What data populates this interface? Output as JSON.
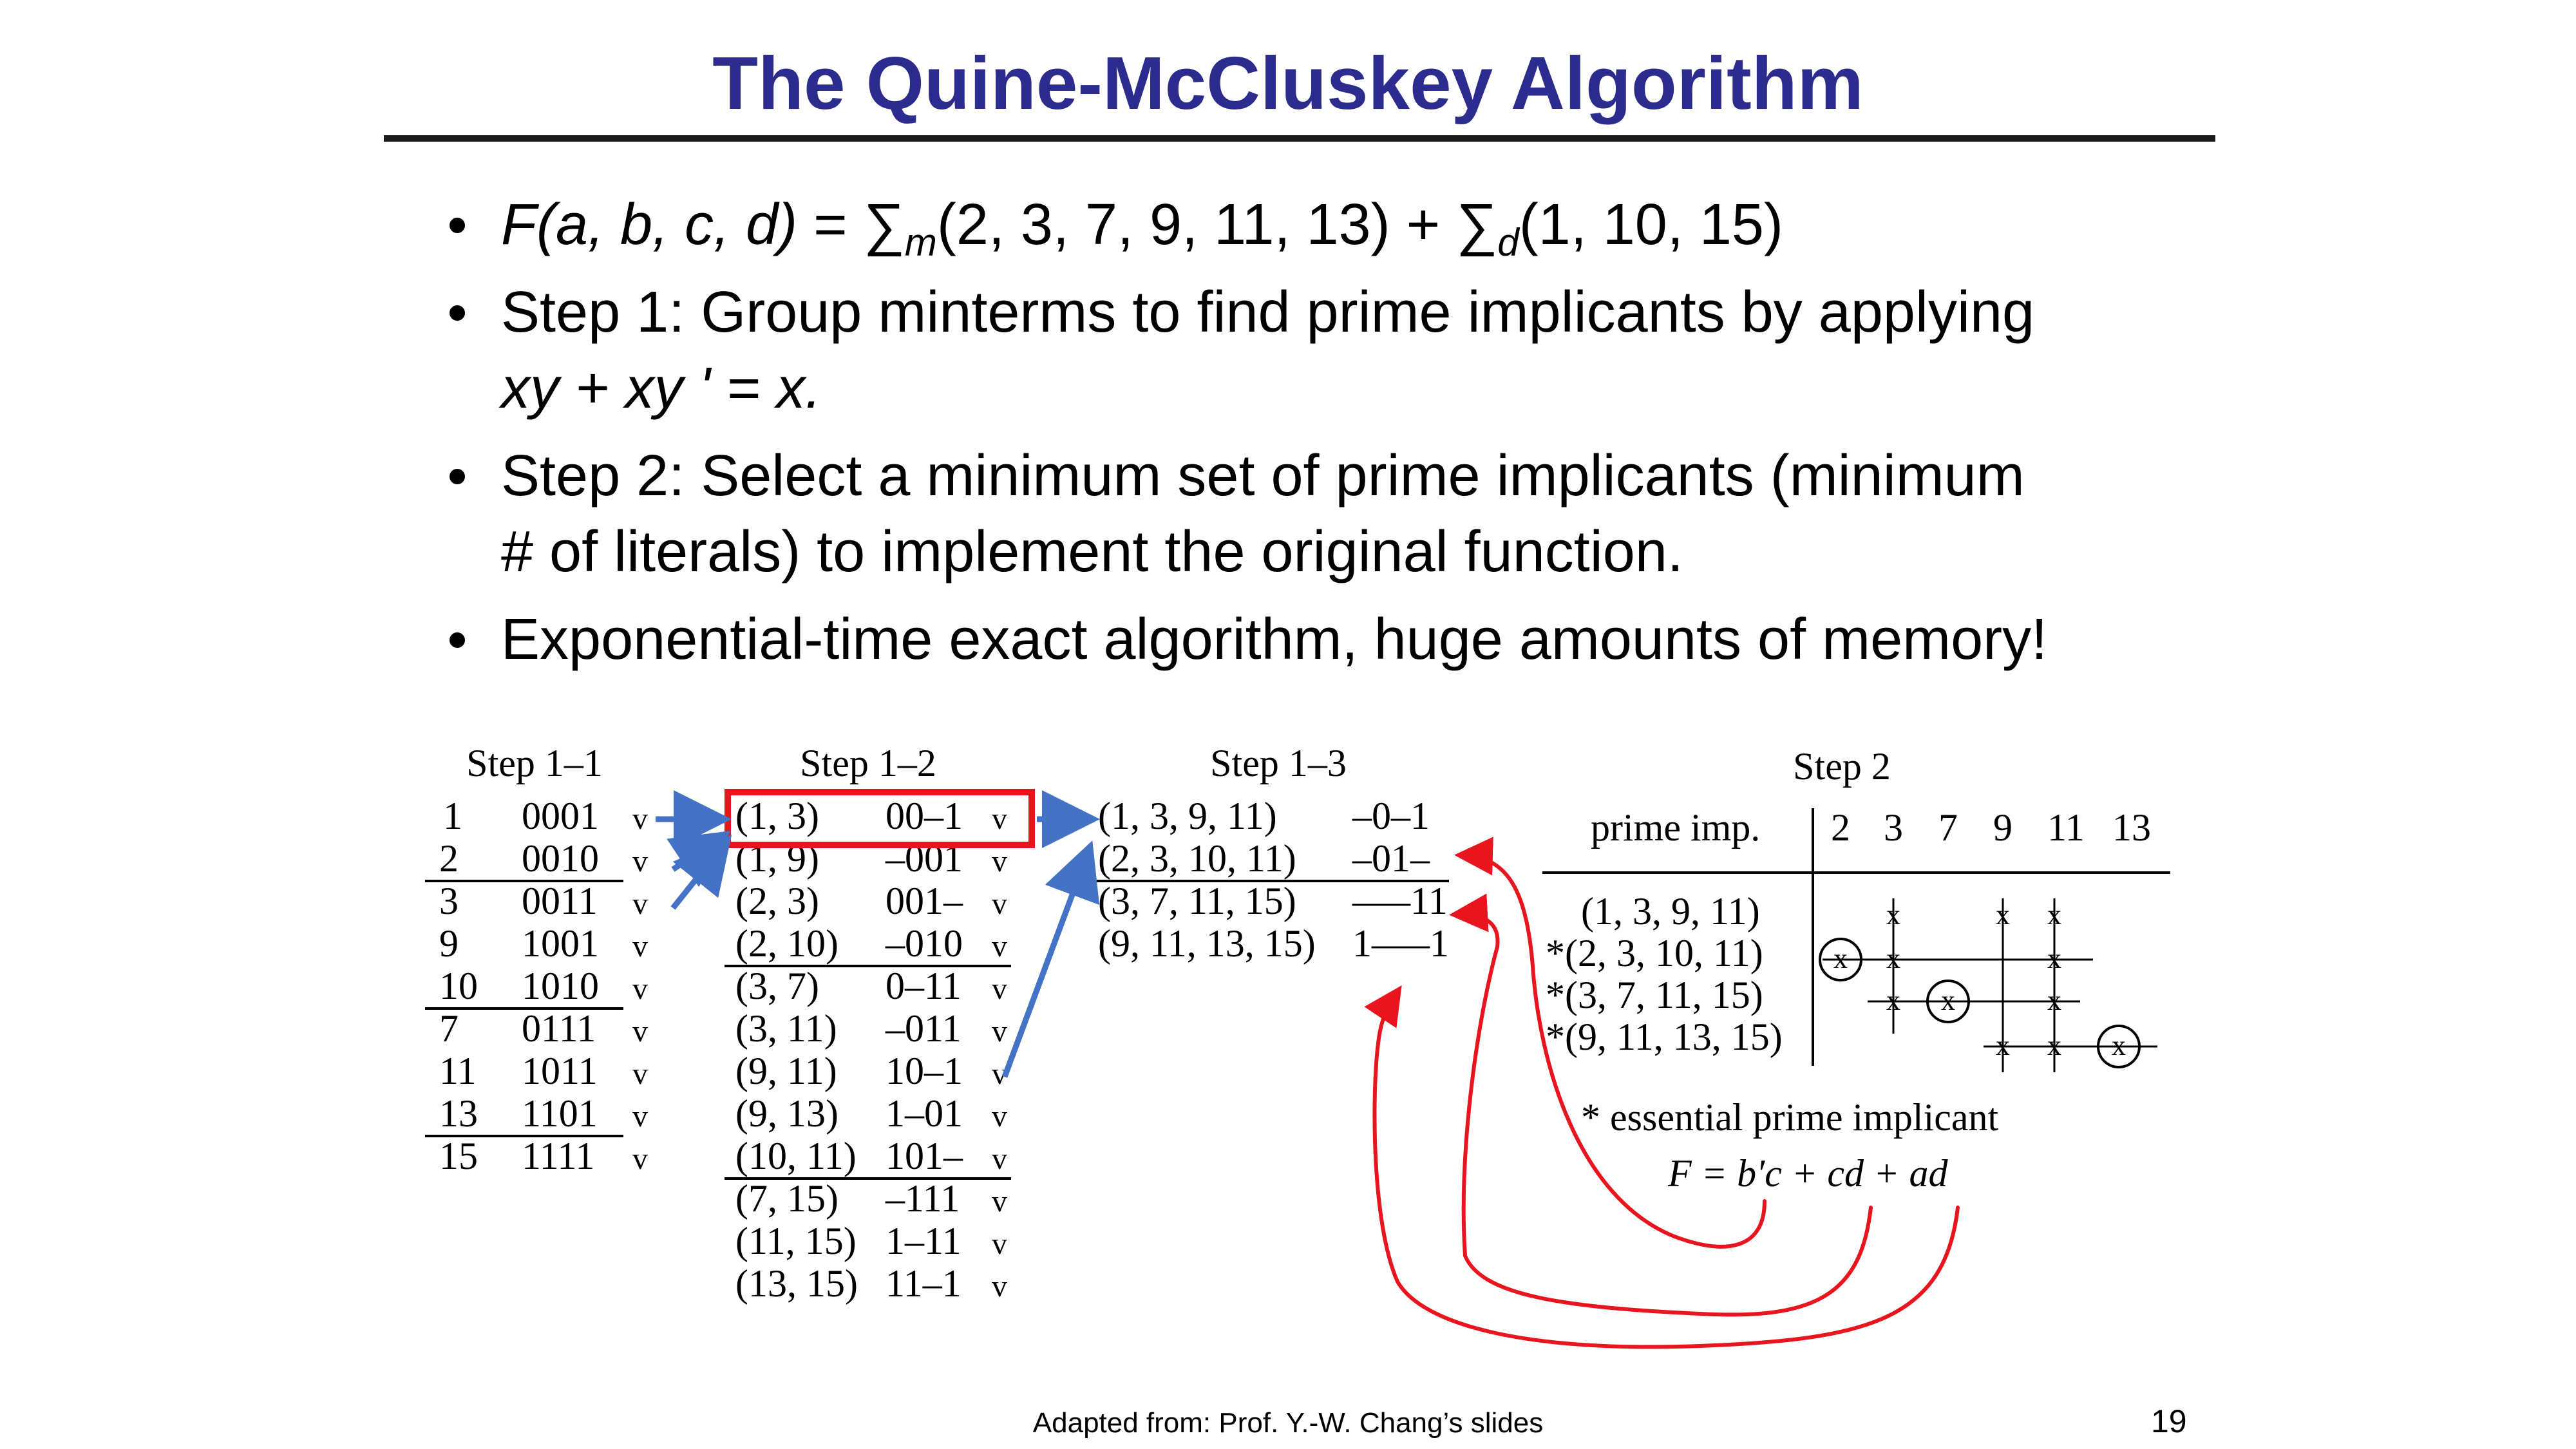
{
  "title": "The Quine-McCluskey Algorithm",
  "bullets": {
    "b1": {
      "F": "F",
      "args": "(a, b, c, d)",
      "eq": " = ∑",
      "sub_m": "m",
      "minterms": "(2, 3, 7, 9, 11, 13) + ∑",
      "sub_d": "d",
      "dontcares": "(1, 10, 15)"
    },
    "b2": {
      "text": "Step 1: Group minterms to find prime implicants by applying",
      "expr": "xy + xy ' = x."
    },
    "b3": {
      "text": "Step 2: Select a minimum set of prime implicants (minimum",
      "text2": "# of literals) to implement the original function."
    },
    "b4": {
      "text": "Exponential-time exact algorithm, huge amounts of memory!"
    }
  },
  "step1_1": {
    "title": "Step 1–1",
    "rows": [
      {
        "n": "1",
        "code": "0001",
        "check": "v"
      },
      {
        "n": "2",
        "code": "0010",
        "check": "v"
      },
      {
        "n": "3",
        "code": "0011",
        "check": "v"
      },
      {
        "n": "9",
        "code": "1001",
        "check": "v"
      },
      {
        "n": "10",
        "code": "1010",
        "check": "v"
      },
      {
        "n": "7",
        "code": "0111",
        "check": "v"
      },
      {
        "n": "11",
        "code": "1011",
        "check": "v"
      },
      {
        "n": "13",
        "code": "1101",
        "check": "v"
      },
      {
        "n": "15",
        "code": "1111",
        "check": "v"
      }
    ]
  },
  "step1_2": {
    "title": "Step 1–2",
    "rows": [
      {
        "pair": "(1, 3)",
        "code": "00–1",
        "check": "v"
      },
      {
        "pair": "(1, 9)",
        "code": "–001",
        "check": "v"
      },
      {
        "pair": "(2, 3)",
        "code": "001–",
        "check": "v"
      },
      {
        "pair": "(2, 10)",
        "code": "–010",
        "check": "v"
      },
      {
        "pair": "(3, 7)",
        "code": "0–11",
        "check": "v"
      },
      {
        "pair": "(3, 11)",
        "code": "–011",
        "check": "v"
      },
      {
        "pair": "(9, 11)",
        "code": "10–1",
        "check": "v"
      },
      {
        "pair": "(9, 13)",
        "code": "1–01",
        "check": "v"
      },
      {
        "pair": "(10, 11)",
        "code": "101–",
        "check": "v"
      },
      {
        "pair": "(7, 15)",
        "code": "–111",
        "check": "v"
      },
      {
        "pair": "(11, 15)",
        "code": "1–11",
        "check": "v"
      },
      {
        "pair": "(13, 15)",
        "code": "11–1",
        "check": "v"
      }
    ]
  },
  "step1_3": {
    "title": "Step 1–3",
    "rows": [
      {
        "group": "(1, 3, 9, 11)",
        "code": "–0–1"
      },
      {
        "group": "(2, 3, 10, 11)",
        "code": "–01–"
      },
      {
        "group": "(3, 7, 11, 15)",
        "code": "—–11"
      },
      {
        "group": "(9, 11, 13, 15)",
        "code": "1—–1"
      }
    ]
  },
  "step2": {
    "title": "Step 2",
    "header": "prime imp.",
    "columns": [
      "2",
      "3",
      "7",
      "9",
      "11",
      "13"
    ],
    "rows": [
      "(1, 3, 9, 11)",
      "*(2, 3, 10, 11)",
      "*(3, 7, 11, 15)",
      "*(9, 11, 13, 15)"
    ],
    "mark": "x",
    "note": "* essential prime implicant",
    "formula": "F = b′c + cd + ad"
  },
  "colors": {
    "title": "#2c2c8f",
    "arrow": "#4472c4",
    "highlight": "#e8141e",
    "annotation": "#e8141e"
  },
  "footer": "Adapted from: Prof. Y.-W. Chang’s slides",
  "page_number": "19"
}
